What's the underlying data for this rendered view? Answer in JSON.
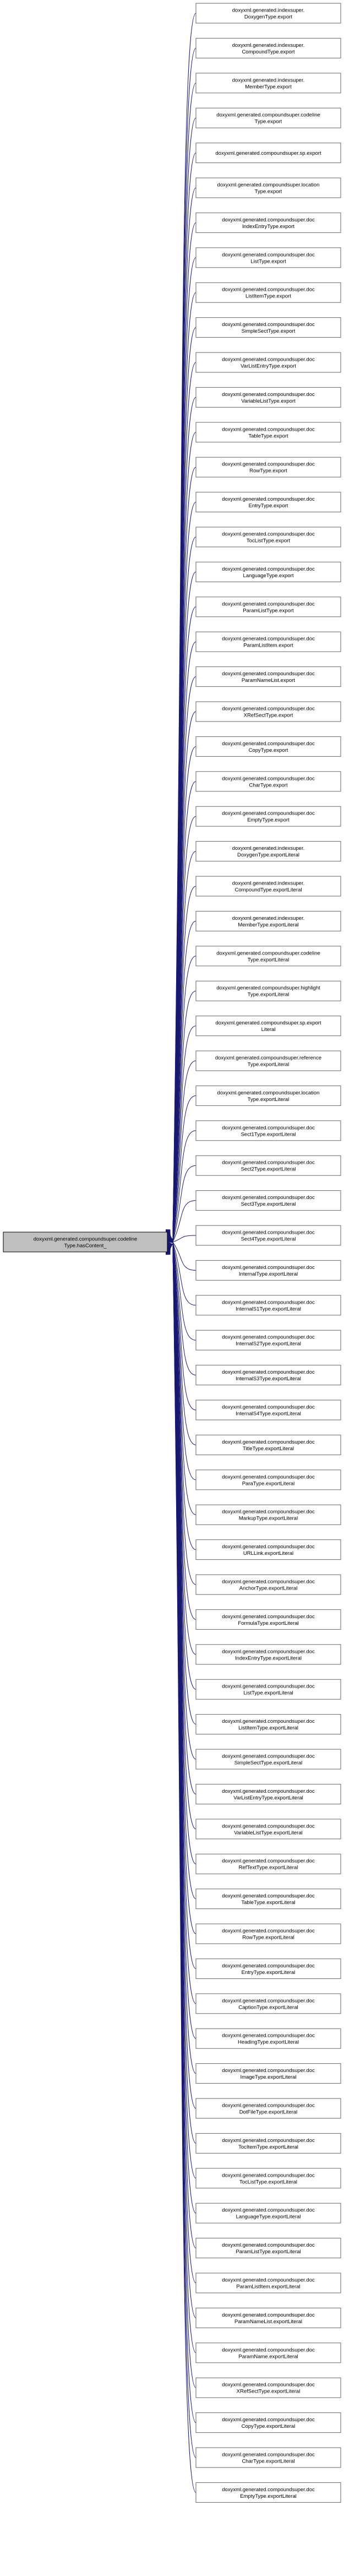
{
  "graph": {
    "root": {
      "lines": [
        "doxyxml.generated.compoundsuper.codeline",
        "Type.hasContent_"
      ]
    },
    "nodes": [
      {
        "lines": [
          "doxyxml.generated.indexsuper.",
          "DoxygenType.export"
        ]
      },
      {
        "lines": [
          "doxyxml.generated.indexsuper.",
          "CompoundType.export"
        ]
      },
      {
        "lines": [
          "doxyxml.generated.indexsuper.",
          "MemberType.export"
        ]
      },
      {
        "lines": [
          "doxyxml.generated.compoundsuper.codeline",
          "Type.export"
        ]
      },
      {
        "lines": [
          "doxyxml.generated.compoundsuper.sp.export"
        ]
      },
      {
        "lines": [
          "doxyxml.generated.compoundsuper.location",
          "Type.export"
        ]
      },
      {
        "lines": [
          "doxyxml.generated.compoundsuper.doc",
          "IndexEntryType.export"
        ]
      },
      {
        "lines": [
          "doxyxml.generated.compoundsuper.doc",
          "ListType.export"
        ]
      },
      {
        "lines": [
          "doxyxml.generated.compoundsuper.doc",
          "ListItemType.export"
        ]
      },
      {
        "lines": [
          "doxyxml.generated.compoundsuper.doc",
          "SimpleSectType.export"
        ]
      },
      {
        "lines": [
          "doxyxml.generated.compoundsuper.doc",
          "VarListEntryType.export"
        ]
      },
      {
        "lines": [
          "doxyxml.generated.compoundsuper.doc",
          "VariableListType.export"
        ]
      },
      {
        "lines": [
          "doxyxml.generated.compoundsuper.doc",
          "TableType.export"
        ]
      },
      {
        "lines": [
          "doxyxml.generated.compoundsuper.doc",
          "RowType.export"
        ]
      },
      {
        "lines": [
          "doxyxml.generated.compoundsuper.doc",
          "EntryType.export"
        ]
      },
      {
        "lines": [
          "doxyxml.generated.compoundsuper.doc",
          "TocListType.export"
        ]
      },
      {
        "lines": [
          "doxyxml.generated.compoundsuper.doc",
          "LanguageType.export"
        ]
      },
      {
        "lines": [
          "doxyxml.generated.compoundsuper.doc",
          "ParamListType.export"
        ]
      },
      {
        "lines": [
          "doxyxml.generated.compoundsuper.doc",
          "ParamListItem.export"
        ]
      },
      {
        "lines": [
          "doxyxml.generated.compoundsuper.doc",
          "ParamNameList.export"
        ]
      },
      {
        "lines": [
          "doxyxml.generated.compoundsuper.doc",
          "XRefSectType.export"
        ]
      },
      {
        "lines": [
          "doxyxml.generated.compoundsuper.doc",
          "CopyType.export"
        ]
      },
      {
        "lines": [
          "doxyxml.generated.compoundsuper.doc",
          "CharType.export"
        ]
      },
      {
        "lines": [
          "doxyxml.generated.compoundsuper.doc",
          "EmptyType.export"
        ]
      },
      {
        "lines": [
          "doxyxml.generated.indexsuper.",
          "DoxygenType.exportLiteral"
        ]
      },
      {
        "lines": [
          "doxyxml.generated.indexsuper.",
          "CompoundType.exportLiteral"
        ]
      },
      {
        "lines": [
          "doxyxml.generated.indexsuper.",
          "MemberType.exportLiteral"
        ]
      },
      {
        "lines": [
          "doxyxml.generated.compoundsuper.codeline",
          "Type.exportLiteral"
        ]
      },
      {
        "lines": [
          "doxyxml.generated.compoundsuper.highlight",
          "Type.exportLiteral"
        ]
      },
      {
        "lines": [
          "doxyxml.generated.compoundsuper.sp.export",
          "Literal"
        ]
      },
      {
        "lines": [
          "doxyxml.generated.compoundsuper.reference",
          "Type.exportLiteral"
        ]
      },
      {
        "lines": [
          "doxyxml.generated.compoundsuper.location",
          "Type.exportLiteral"
        ]
      },
      {
        "lines": [
          "doxyxml.generated.compoundsuper.doc",
          "Sect1Type.exportLiteral"
        ]
      },
      {
        "lines": [
          "doxyxml.generated.compoundsuper.doc",
          "Sect2Type.exportLiteral"
        ]
      },
      {
        "lines": [
          "doxyxml.generated.compoundsuper.doc",
          "Sect3Type.exportLiteral"
        ]
      },
      {
        "lines": [
          "doxyxml.generated.compoundsuper.doc",
          "Sect4Type.exportLiteral"
        ]
      },
      {
        "lines": [
          "doxyxml.generated.compoundsuper.doc",
          "InternalType.exportLiteral"
        ]
      },
      {
        "lines": [
          "doxyxml.generated.compoundsuper.doc",
          "InternalS1Type.exportLiteral"
        ]
      },
      {
        "lines": [
          "doxyxml.generated.compoundsuper.doc",
          "InternalS2Type.exportLiteral"
        ]
      },
      {
        "lines": [
          "doxyxml.generated.compoundsuper.doc",
          "InternalS3Type.exportLiteral"
        ]
      },
      {
        "lines": [
          "doxyxml.generated.compoundsuper.doc",
          "InternalS4Type.exportLiteral"
        ]
      },
      {
        "lines": [
          "doxyxml.generated.compoundsuper.doc",
          "TitleType.exportLiteral"
        ]
      },
      {
        "lines": [
          "doxyxml.generated.compoundsuper.doc",
          "ParaType.exportLiteral"
        ]
      },
      {
        "lines": [
          "doxyxml.generated.compoundsuper.doc",
          "MarkupType.exportLiteral"
        ]
      },
      {
        "lines": [
          "doxyxml.generated.compoundsuper.doc",
          "URLLink.exportLiteral"
        ]
      },
      {
        "lines": [
          "doxyxml.generated.compoundsuper.doc",
          "AnchorType.exportLiteral"
        ]
      },
      {
        "lines": [
          "doxyxml.generated.compoundsuper.doc",
          "FormulaType.exportLiteral"
        ]
      },
      {
        "lines": [
          "doxyxml.generated.compoundsuper.doc",
          "IndexEntryType.exportLiteral"
        ]
      },
      {
        "lines": [
          "doxyxml.generated.compoundsuper.doc",
          "ListType.exportLiteral"
        ]
      },
      {
        "lines": [
          "doxyxml.generated.compoundsuper.doc",
          "ListItemType.exportLiteral"
        ]
      },
      {
        "lines": [
          "doxyxml.generated.compoundsuper.doc",
          "SimpleSectType.exportLiteral"
        ]
      },
      {
        "lines": [
          "doxyxml.generated.compoundsuper.doc",
          "VarListEntryType.exportLiteral"
        ]
      },
      {
        "lines": [
          "doxyxml.generated.compoundsuper.doc",
          "VariableListType.exportLiteral"
        ]
      },
      {
        "lines": [
          "doxyxml.generated.compoundsuper.doc",
          "RefTextType.exportLiteral"
        ]
      },
      {
        "lines": [
          "doxyxml.generated.compoundsuper.doc",
          "TableType.exportLiteral"
        ]
      },
      {
        "lines": [
          "doxyxml.generated.compoundsuper.doc",
          "RowType.exportLiteral"
        ]
      },
      {
        "lines": [
          "doxyxml.generated.compoundsuper.doc",
          "EntryType.exportLiteral"
        ]
      },
      {
        "lines": [
          "doxyxml.generated.compoundsuper.doc",
          "CaptionType.exportLiteral"
        ]
      },
      {
        "lines": [
          "doxyxml.generated.compoundsuper.doc",
          "HeadingType.exportLiteral"
        ]
      },
      {
        "lines": [
          "doxyxml.generated.compoundsuper.doc",
          "ImageType.exportLiteral"
        ]
      },
      {
        "lines": [
          "doxyxml.generated.compoundsuper.doc",
          "DotFileType.exportLiteral"
        ]
      },
      {
        "lines": [
          "doxyxml.generated.compoundsuper.doc",
          "TocItemType.exportLiteral"
        ]
      },
      {
        "lines": [
          "doxyxml.generated.compoundsuper.doc",
          "TocListType.exportLiteral"
        ]
      },
      {
        "lines": [
          "doxyxml.generated.compoundsuper.doc",
          "LanguageType.exportLiteral"
        ]
      },
      {
        "lines": [
          "doxyxml.generated.compoundsuper.doc",
          "ParamListType.exportLiteral"
        ]
      },
      {
        "lines": [
          "doxyxml.generated.compoundsuper.doc",
          "ParamListItem.exportLiteral"
        ]
      },
      {
        "lines": [
          "doxyxml.generated.compoundsuper.doc",
          "ParamNameList.exportLiteral"
        ]
      },
      {
        "lines": [
          "doxyxml.generated.compoundsuper.doc",
          "ParamName.exportLiteral"
        ]
      },
      {
        "lines": [
          "doxyxml.generated.compoundsuper.doc",
          "XRefSectType.exportLiteral"
        ]
      },
      {
        "lines": [
          "doxyxml.generated.compoundsuper.doc",
          "CopyType.exportLiteral"
        ]
      },
      {
        "lines": [
          "doxyxml.generated.compoundsuper.doc",
          "CharType.exportLiteral"
        ]
      },
      {
        "lines": [
          "doxyxml.generated.compoundsuper.doc",
          "EmptyType.exportLiteral"
        ]
      }
    ]
  }
}
